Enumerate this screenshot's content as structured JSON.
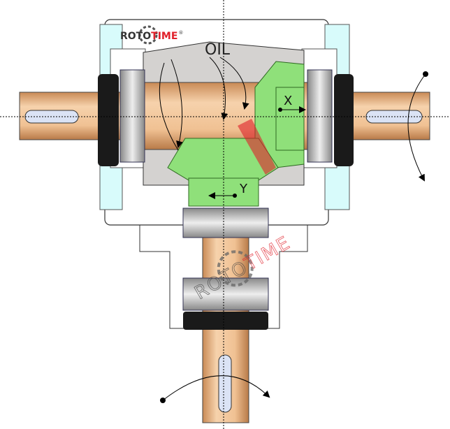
{
  "logo": {
    "text_black": "ROTO",
    "text_red": "TIME",
    "mark": "®"
  },
  "watermark": {
    "text_black": "ROTO",
    "text_red": "TIME"
  },
  "labels": {
    "oil": "OIL",
    "x_axis": "X",
    "y_axis": "Y"
  },
  "colors": {
    "shaft": "#f2c9a0",
    "gear": "#8fe07a",
    "housing": "#ffffff",
    "chamber": "#d4d2d0",
    "end_cap": "#d8fbfb",
    "seal": "#1a1a1a",
    "brand_red": "#e0202a"
  }
}
